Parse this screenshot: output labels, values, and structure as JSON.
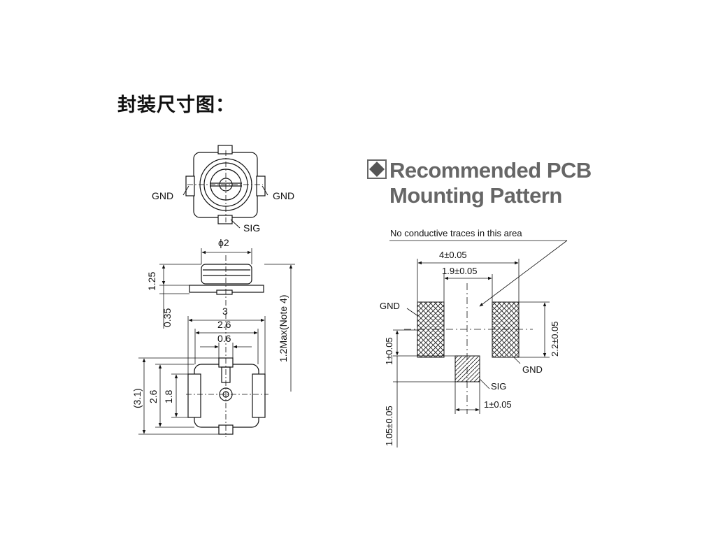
{
  "title": "封装尺寸图：",
  "top_view": {
    "gnd_left": "GND",
    "gnd_right": "GND",
    "sig": "SIG"
  },
  "side_view": {
    "dia": "ϕ2",
    "h_body": "1.25",
    "h_base": "0.35",
    "max_height": "1.2Max(Note 4)"
  },
  "bottom_view": {
    "w_total": "3",
    "w_pads": "2.6",
    "w_sig": "0.6",
    "h_overall": "(3.1)",
    "h_body": "2.6",
    "h_pad": "1.8"
  },
  "pcb": {
    "heading_line1": "Recommended PCB",
    "heading_line2": "Mounting Pattern",
    "no_trace_note": "No conductive traces in this area",
    "dim_outer": "4±0.05",
    "dim_inner": "1.9±0.05",
    "dim_gnd_height": "2.2±0.05",
    "dim_pad_left": "1±0.05",
    "dim_sig_offset": "1.05±0.05",
    "dim_sig_width": "1±0.05",
    "gnd_left": "GND",
    "gnd_right": "GND",
    "sig": "SIG"
  },
  "colors": {
    "line": "#111111",
    "heading": "#666666",
    "hatch": "#222222"
  }
}
